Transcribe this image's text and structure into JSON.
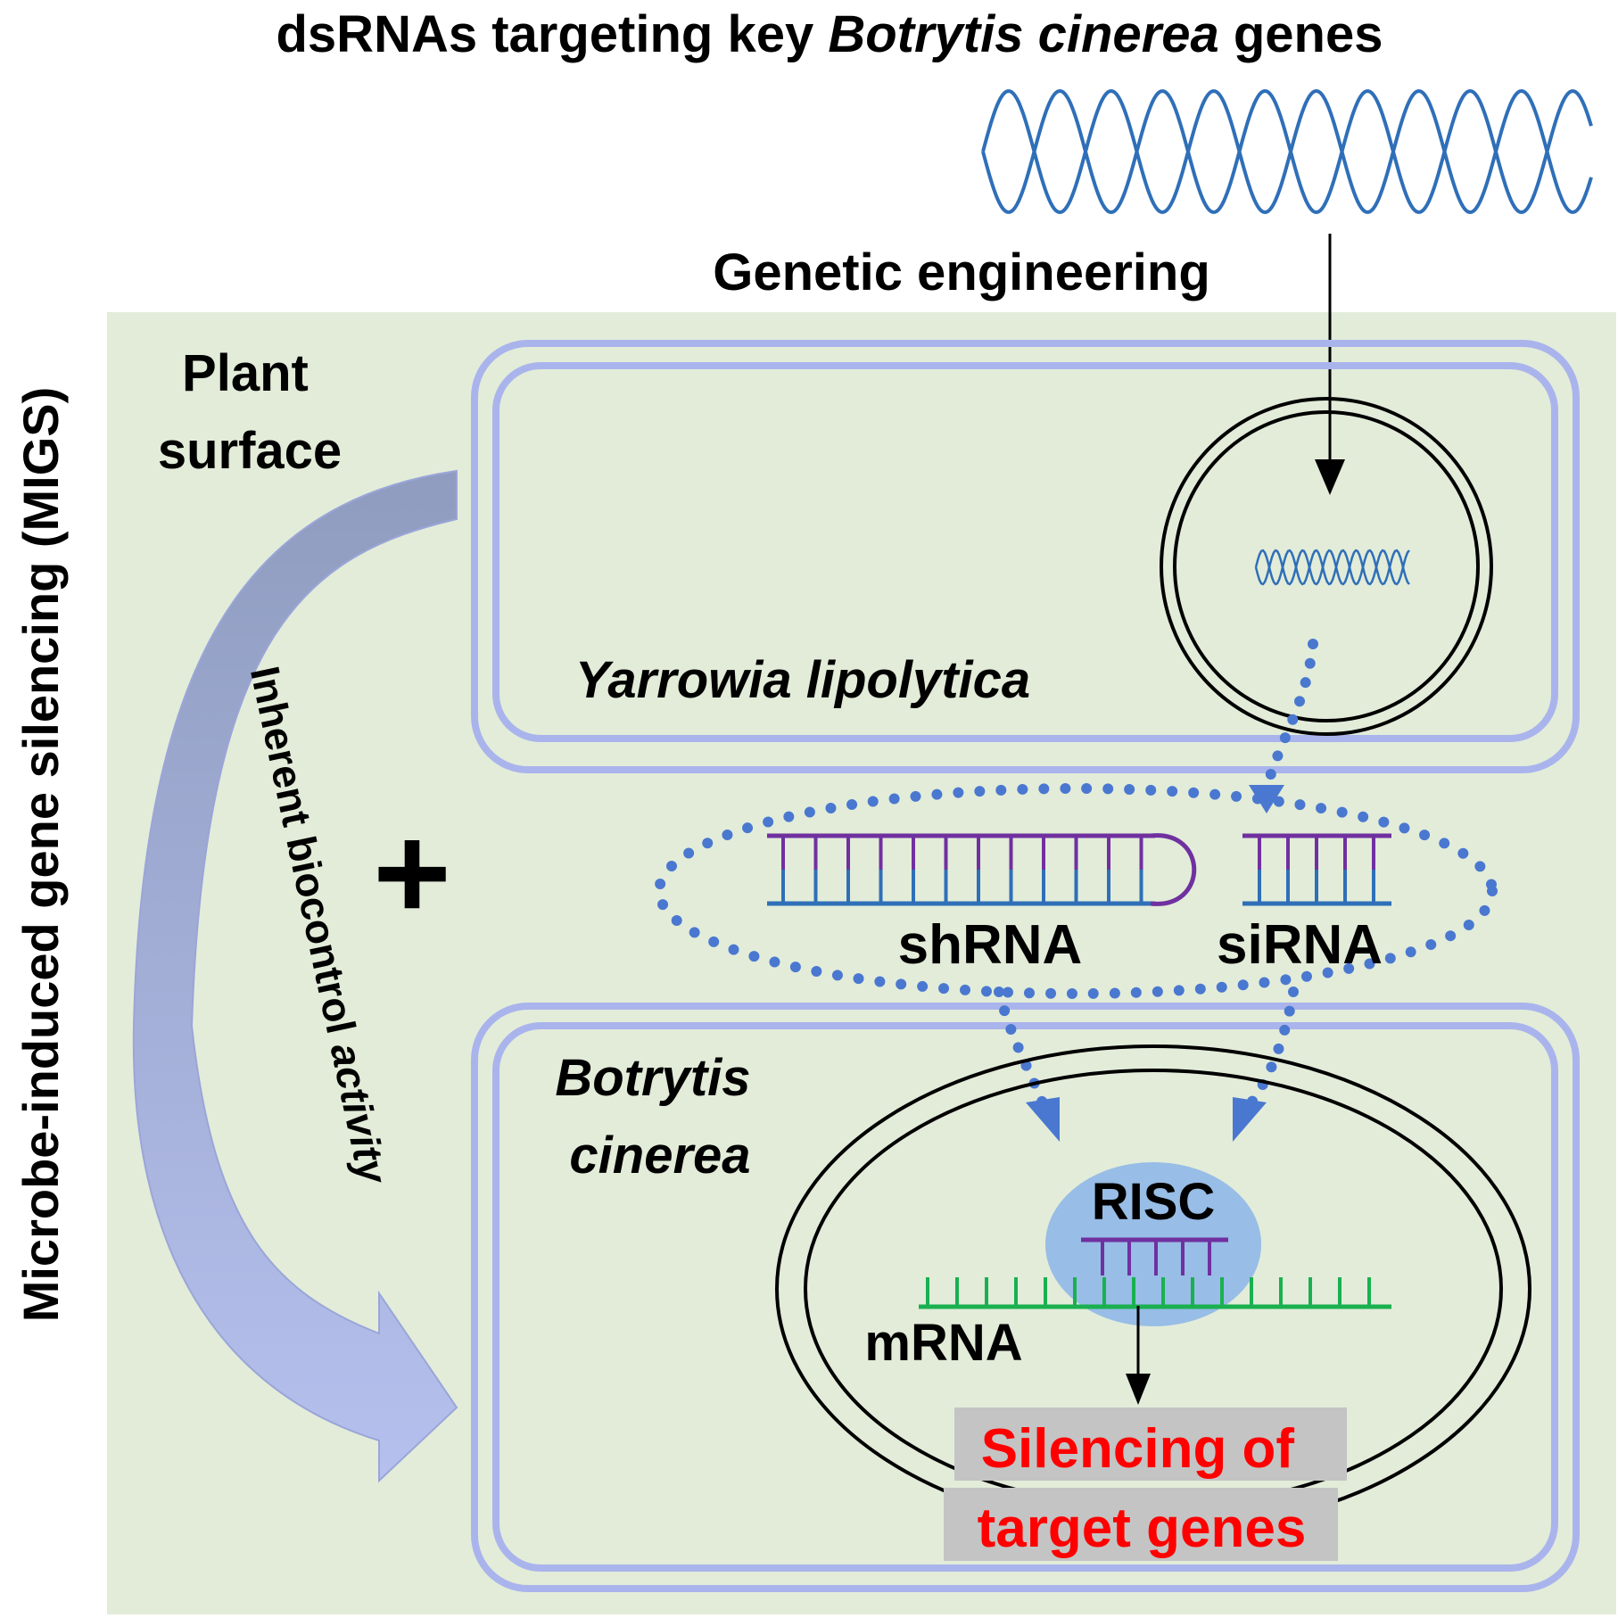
{
  "title": {
    "prefix": "dsRNAs targeting key ",
    "species": "Botrytis cinerea",
    "suffix": " genes"
  },
  "vertical_label": "Microbe-induced gene silencing (MIGS)",
  "genetic_engineering": "Genetic engineering",
  "plant_surface": {
    "line1": "Plant",
    "line2": "surface"
  },
  "biocontrol": {
    "prefix": "Inherent biocontrol ",
    "activity": "activity"
  },
  "plus": "+",
  "yeast_label": "Yarrowia lipolytica",
  "shrna_label": "shRNA",
  "sirna_label": "siRNA",
  "fungus_label": {
    "line1": "Botrytis",
    "line2": "cinerea"
  },
  "risc_label": "RISC",
  "mrna_label": "mRNA",
  "silencing": {
    "line1": "Silencing of",
    "line2": "target genes"
  },
  "colors": {
    "background_panel": "#e2ecd9",
    "cell_wall": "#aab4ec",
    "dsrna_blue": "#2f6fb8",
    "dotted_arrow": "#4a78d0",
    "purple_strand": "#7030a0",
    "mrna_green": "#1ab050",
    "risc_blob": "#98bde6",
    "silencing_text": "#ff0000",
    "silencing_bg": "#c4c4c4",
    "curved_arrow_top": "#8f9cbf",
    "curved_arrow_bottom": "#b6c0ee"
  }
}
